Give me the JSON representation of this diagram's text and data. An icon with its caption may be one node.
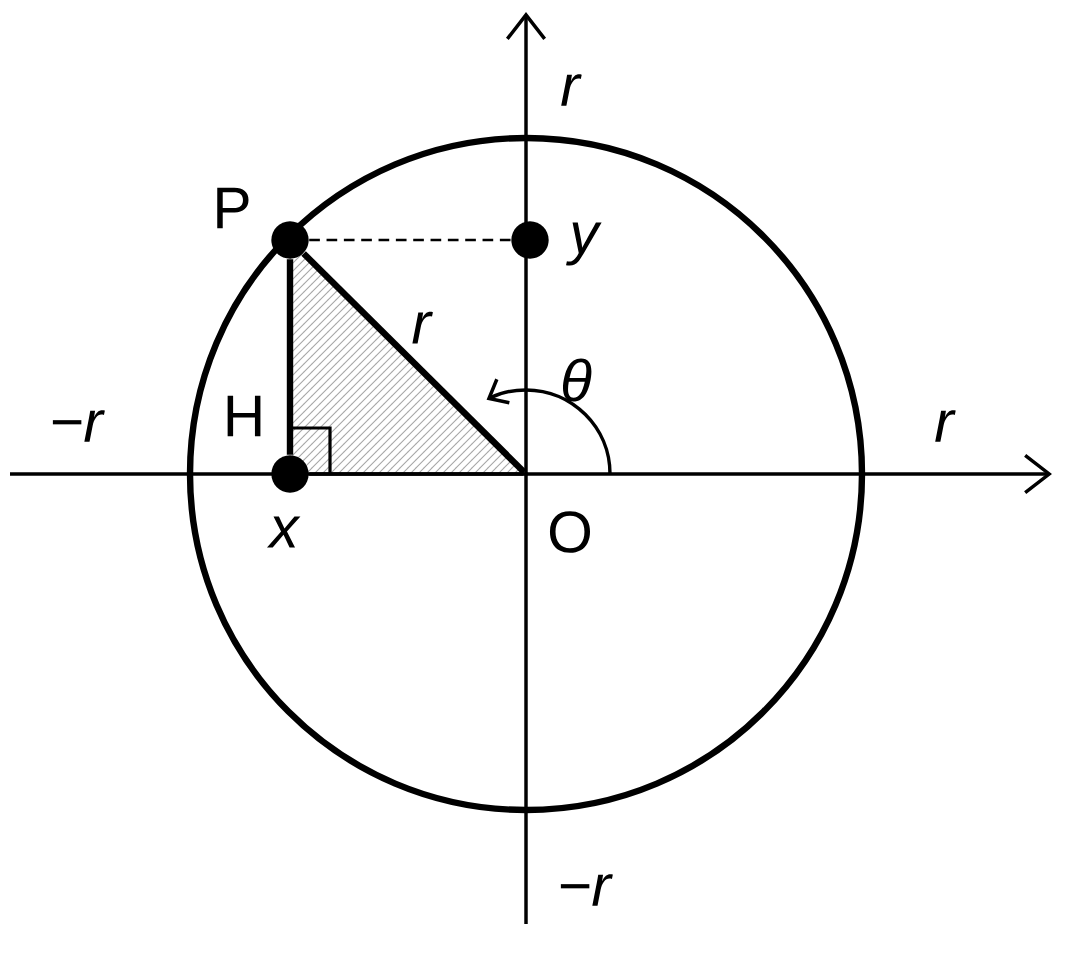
{
  "diagram": {
    "nodes": [
      {
        "text": [],
        "shape": "circle",
        "beside": [
          "P"
        ]
      },
      {
        "text": [],
        "shape": "circle",
        "beside": [
          "y"
        ]
      },
      {
        "text": [],
        "shape": "circle",
        "beside": [
          "H",
          "x"
        ]
      },
      {
        "text": [],
        "shape": "point"
      }
    ],
    "edges": [
      {
        "from": 0,
        "to": 1,
        "arrow": "none",
        "style": "dashed"
      },
      {
        "from": 0,
        "to": 2,
        "arrow": "none"
      },
      {
        "from": 0,
        "to": 3,
        "arrow": "none",
        "label": "r"
      },
      {
        "from": 2,
        "to": 3,
        "arrow": "none"
      }
    ],
    "labels": [
      "r",
      "−r",
      "r",
      "θ",
      "O",
      "−r"
    ]
  }
}
